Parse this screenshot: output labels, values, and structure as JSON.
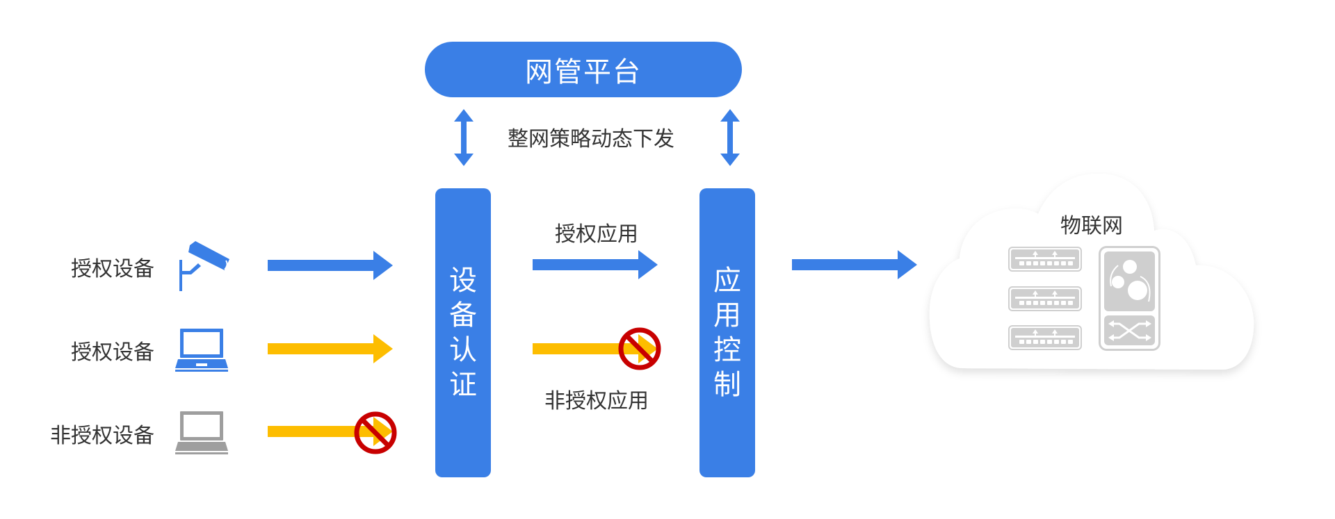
{
  "colors": {
    "primary": "#3a7fe6",
    "warning": "#fdbd00",
    "blocked": "#c80000",
    "muted": "#9e9e9e",
    "text": "#333333",
    "cloud_device": "#cfcfcf"
  },
  "platform": {
    "title": "网管平台",
    "policy_label": "整网策略动态下发",
    "arrow_icon": "double-vertical-arrow-icon"
  },
  "devices": [
    {
      "label": "授权设备",
      "icon": "surveillance-camera-icon",
      "icon_color": "primary",
      "arrow_color": "warning_none",
      "arrow": "primary",
      "blocked": false
    },
    {
      "label": "授权设备",
      "icon": "laptop-icon",
      "icon_color": "primary",
      "arrow": "warning",
      "blocked": false
    },
    {
      "label": "非授权设备",
      "icon": "laptop-icon",
      "icon_color": "muted",
      "arrow": "warning",
      "blocked": true
    }
  ],
  "device_auth": {
    "label": "设备认证"
  },
  "applications": [
    {
      "label": "授权应用",
      "arrow": "primary",
      "blocked": false
    },
    {
      "label": "非授权应用",
      "arrow": "warning",
      "blocked": true
    }
  ],
  "app_control": {
    "label": "应用控制"
  },
  "iot": {
    "title": "物联网",
    "switch_count": 3,
    "chassis_icons": [
      "gears-icon",
      "crossover-switch-icon"
    ]
  }
}
